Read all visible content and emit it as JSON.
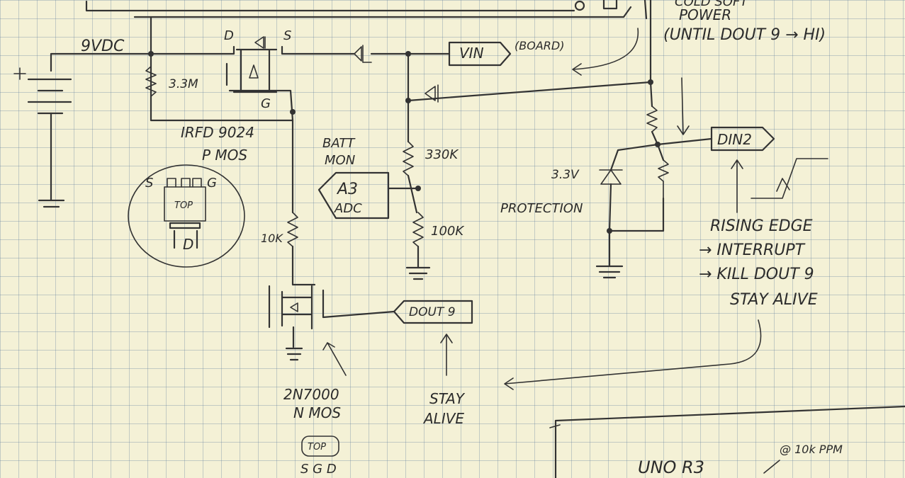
{
  "schematic": {
    "supply": {
      "label": "9VDC"
    },
    "pmos": {
      "d_pin": "D",
      "s_pin": "S",
      "g_pin": "G",
      "part": "IRFD 9024",
      "type": "P MOS",
      "pkg_s": "S",
      "pkg_g": "G",
      "pkg_top": "TOP",
      "pkg_d": "D"
    },
    "r_3m3": "3.3M",
    "r_10k": "10K",
    "r_330k": "330K",
    "r_100k": "100K",
    "vin": {
      "label": "VIN",
      "note": "(BOARD)"
    },
    "batmon": {
      "line1": "BATT",
      "line2": "MON"
    },
    "a3": {
      "line1": "A3",
      "line2": "ADC"
    },
    "dout9": {
      "label": "DOUT 9"
    },
    "stay_alive": {
      "line1": "STAY",
      "line2": "ALIVE"
    },
    "nmos": {
      "part": "2N7000",
      "type": "N MOS",
      "pkg_top": "TOP",
      "pkg_pins": "S G D"
    },
    "top_note": {
      "line1": "COLD SOFT",
      "line2": "POWER",
      "line3": "(UNTIL DOUT 9 → HI)"
    },
    "din2": {
      "label": "DIN2"
    },
    "zener": {
      "voltage": "3.3V",
      "label": "PROTECTION"
    },
    "rising": {
      "line1": "RISING EDGE",
      "line2": "→ INTERRUPT",
      "line3": "→ KILL DOUT 9",
      "line4": "STAY ALIVE"
    },
    "board": {
      "label": "UNO R3",
      "note": "@ 10k PPM"
    }
  }
}
